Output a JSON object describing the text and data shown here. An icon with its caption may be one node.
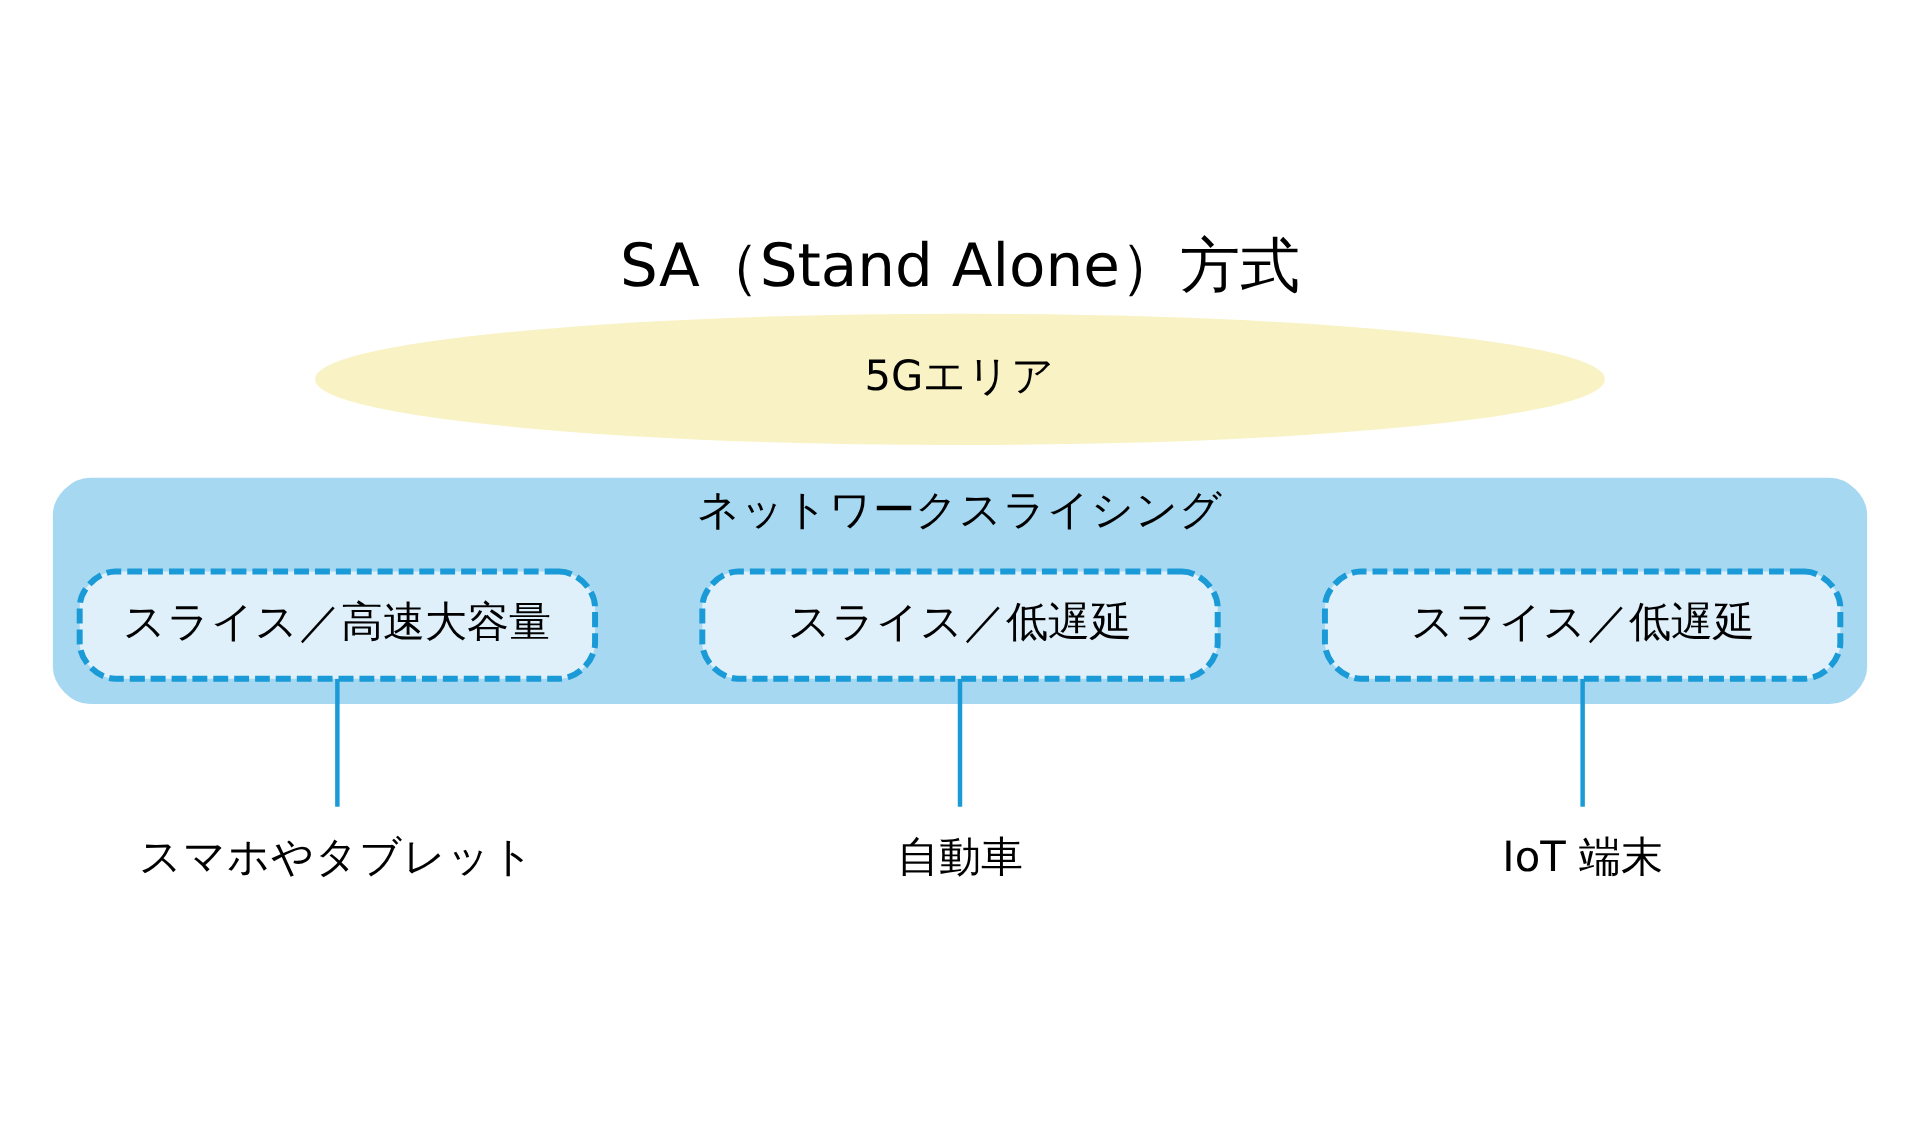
{
  "diagram": {
    "title": "SA（Stand Alone）方式",
    "nodes": [
      {
        "text": [
          "5Gエリア"
        ]
      },
      {
        "text": [
          "ネットワークスライシング"
        ]
      },
      {
        "text": [
          "スライス／高速大容量"
        ],
        "in": 1
      },
      {
        "text": [
          "スライス／低遅延"
        ],
        "in": 1
      },
      {
        "text": [
          "スライス／低遅延"
        ],
        "in": 1
      },
      {
        "text": [
          "スマホやタブレット"
        ]
      },
      {
        "text": [
          "自動車"
        ]
      },
      {
        "text": [
          "IoT 端末"
        ]
      }
    ],
    "edges": [
      {
        "from": 2,
        "to": 5,
        "arrow": "none"
      },
      {
        "from": 3,
        "to": 6,
        "arrow": "none"
      },
      {
        "from": 4,
        "to": 7,
        "arrow": "none"
      }
    ]
  }
}
